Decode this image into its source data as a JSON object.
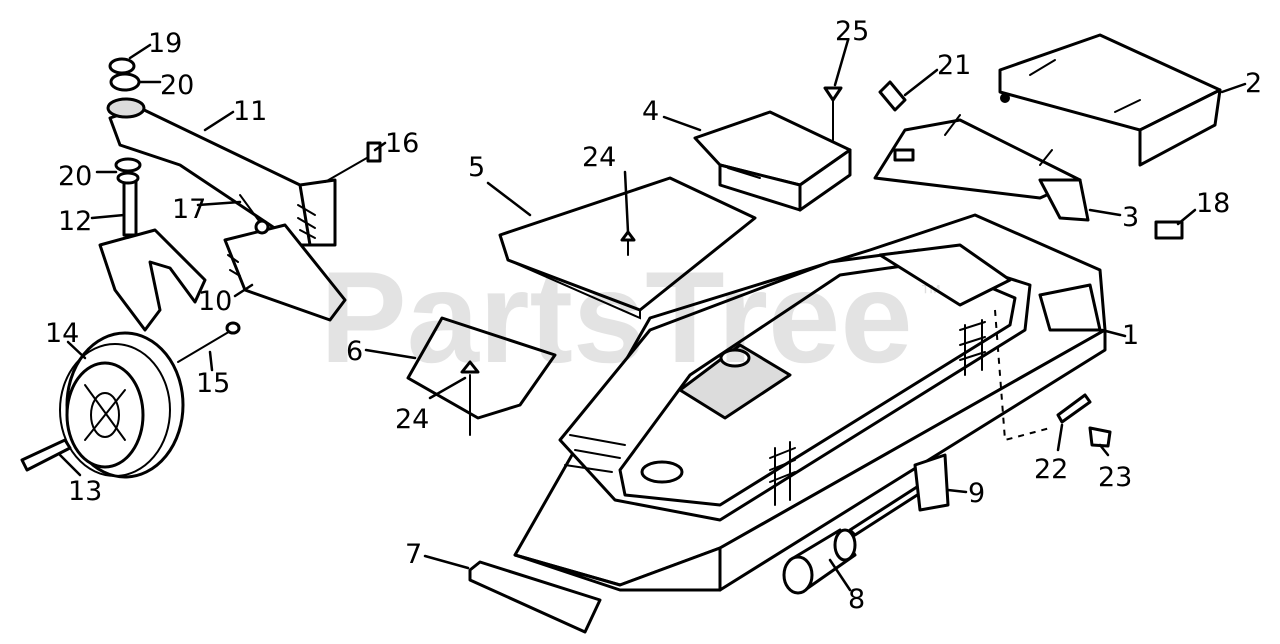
{
  "diagram": {
    "callouts": [
      "1",
      "2",
      "3",
      "4",
      "5",
      "6",
      "7",
      "8",
      "9",
      "10",
      "11",
      "12",
      "13",
      "14",
      "15",
      "16",
      "17",
      "18",
      "19",
      "20",
      "20",
      "21",
      "22",
      "23",
      "24",
      "24",
      "25"
    ]
  },
  "watermark": {
    "text": "PartsTree",
    "tm": "™"
  }
}
